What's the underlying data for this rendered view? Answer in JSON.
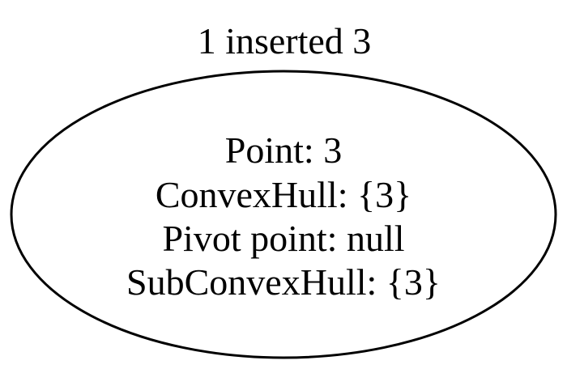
{
  "graph": {
    "title": "1 inserted 3",
    "node": {
      "lines": {
        "point": "Point: 3",
        "convex_hull": "ConvexHull: {3}",
        "pivot_point": "Pivot point: null",
        "sub_convex_hull": "SubConvexHull: {3}"
      }
    }
  },
  "colors": {
    "background": "#ffffff",
    "stroke": "#000000",
    "text": "#000000"
  }
}
